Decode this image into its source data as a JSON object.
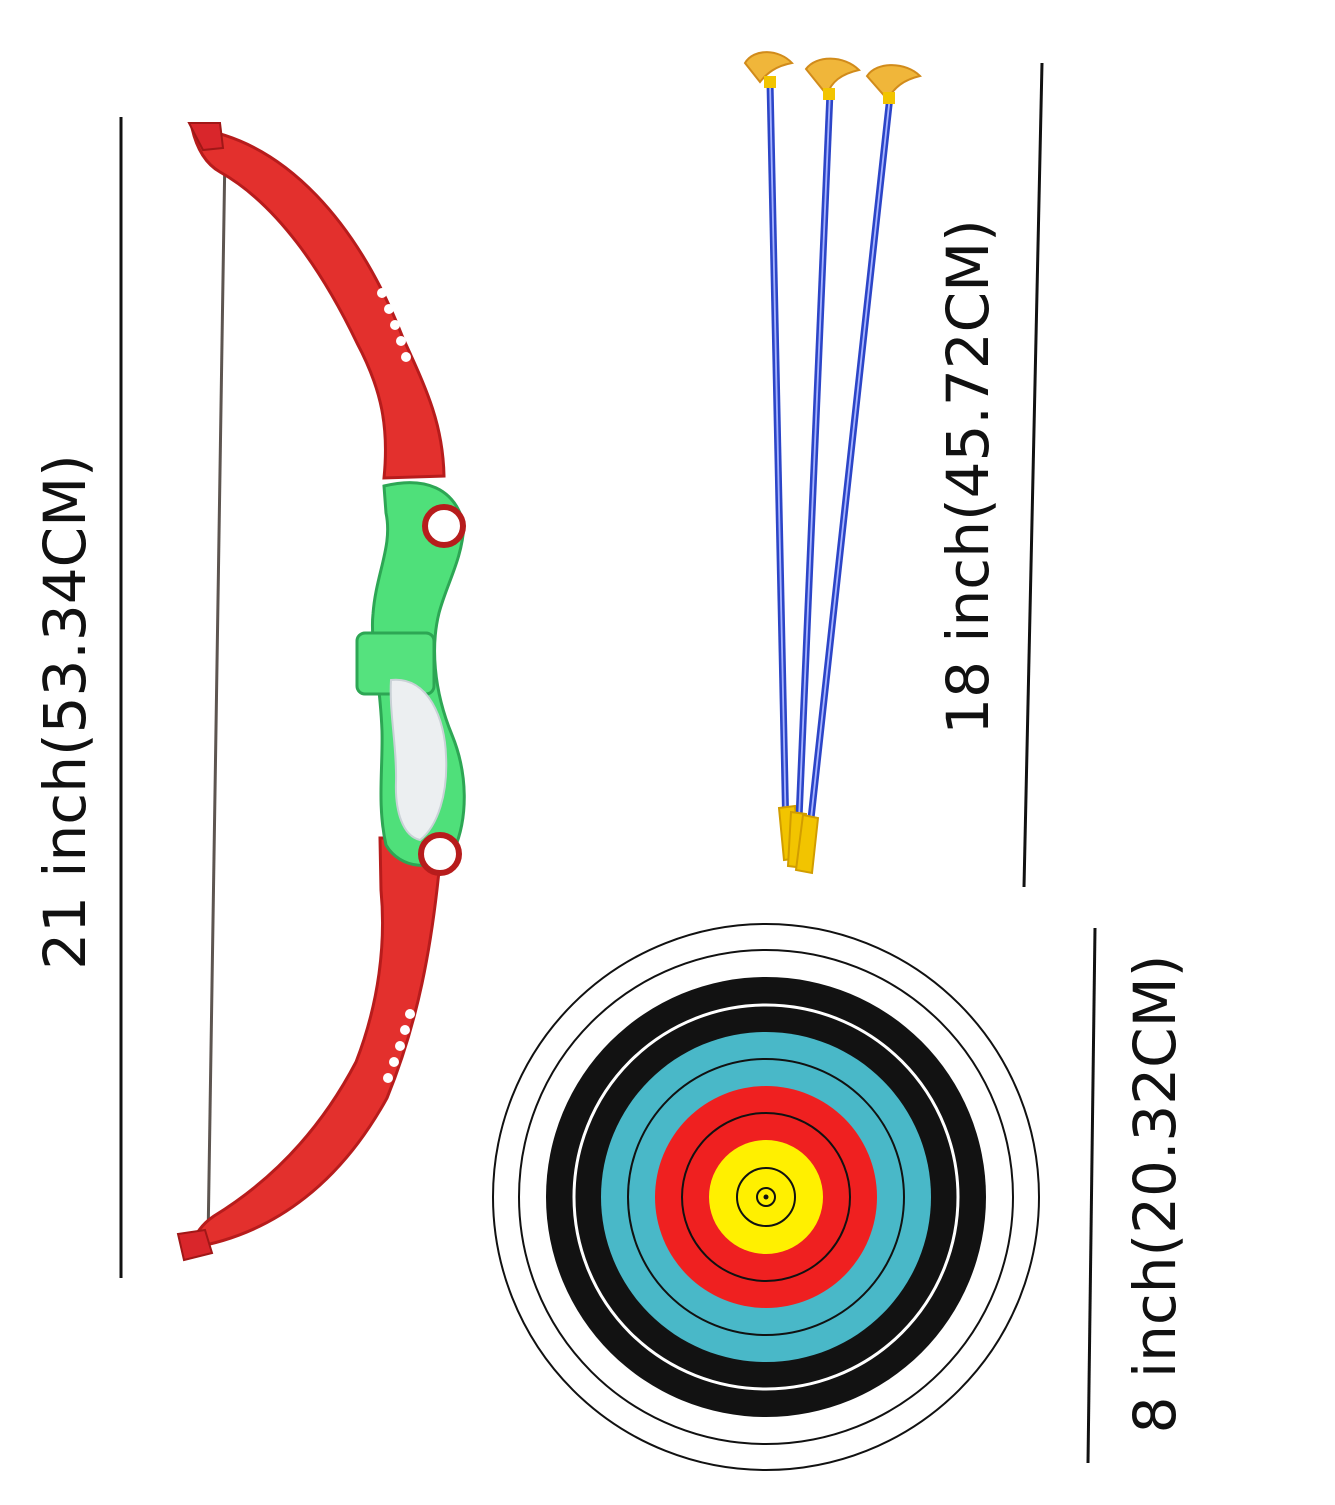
{
  "measurements": {
    "bow": "21 inch(53.34CM)",
    "arrow": "18 inch(45.72CM)",
    "target": "8 inch(20.32CM)"
  },
  "colors": {
    "bow_limb": "#e3302d",
    "bow_limb_dark": "#b71c1c",
    "bow_grip": "#4fe07a",
    "grip_insert": "#eceff1",
    "arrow_shaft": "#2c45c8",
    "arrow_tip": "#f2c400",
    "suction_cup": "#f0b63a",
    "target_black": "#121212",
    "target_blue": "#49b8c8",
    "target_red": "#ef2020",
    "target_yellow": "#fff000"
  }
}
